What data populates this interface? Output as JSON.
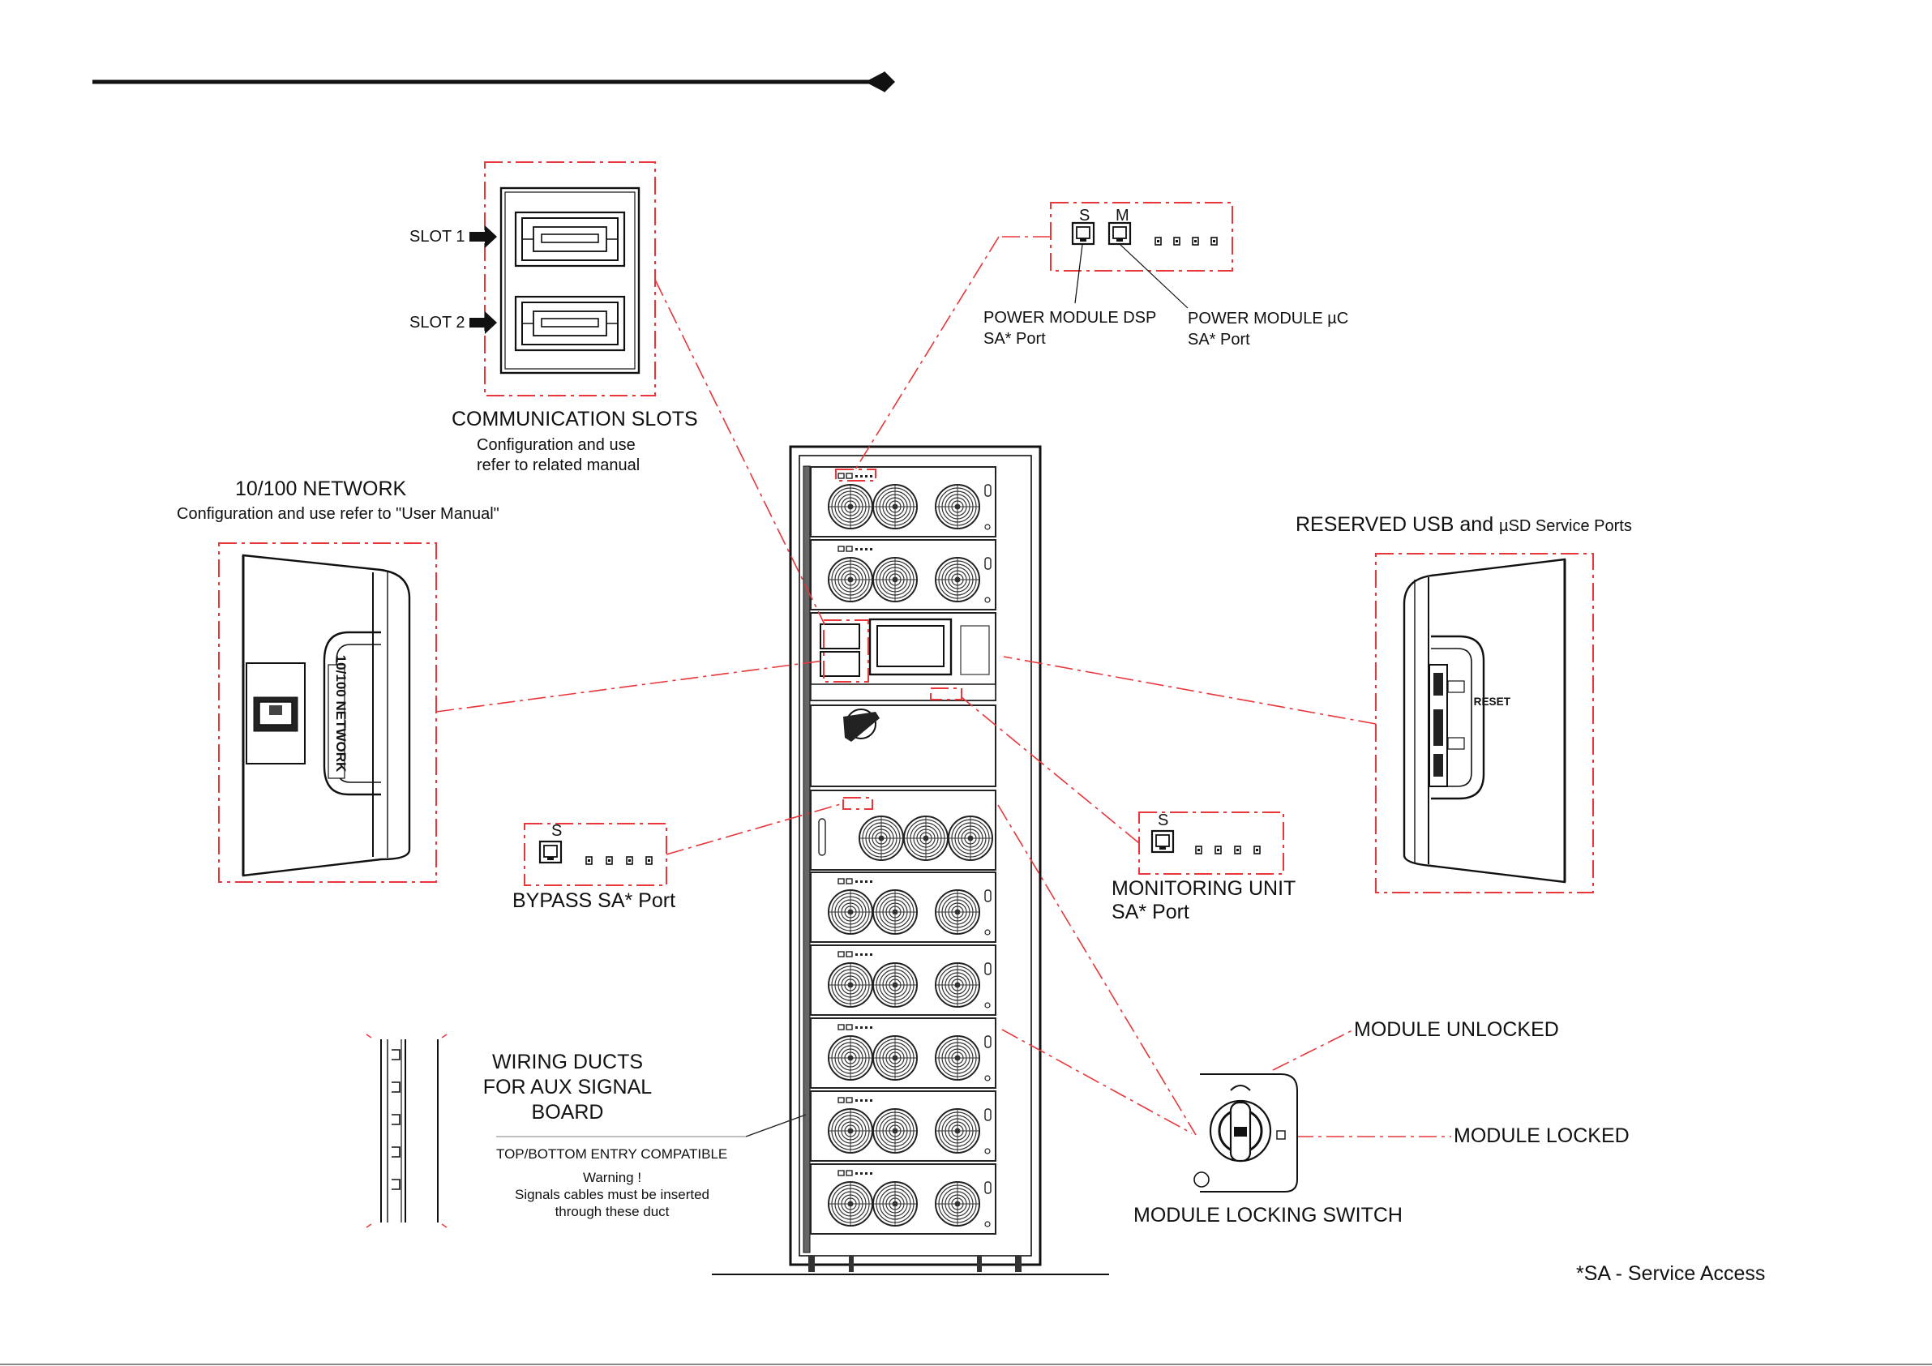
{
  "labels": {
    "slot1": "SLOT 1",
    "slot2": "SLOT 2",
    "comm_title": "COMMUNICATION SLOTS",
    "comm_sub1": "Configuration and use",
    "comm_sub2": "refer to related manual",
    "network_title": "10/100 NETWORK",
    "network_sub": "Configuration and use refer to \"User Manual\"",
    "network_plate": "10/100 NETWORK",
    "dsp_title": "POWER MODULE DSP",
    "dsp_port": "SA* Port",
    "uc_title": "POWER MODULE µC",
    "uc_port": "SA* Port",
    "s_mark": "S",
    "m_mark": "M",
    "usb_title_a": "RESERVED USB and ",
    "usb_title_b": "µSD Service Ports",
    "reset_mark": "RESET",
    "bypass": "BYPASS SA* Port",
    "monitor_title": "MONITORING UNIT",
    "monitor_port": "SA* Port",
    "ducts_1": "WIRING DUCTS",
    "ducts_2": "FOR AUX SIGNAL",
    "ducts_3": "BOARD",
    "entry": "TOP/BOTTOM ENTRY COMPATIBLE",
    "warn_1": "Warning !",
    "warn_2": "Signals cables must be inserted",
    "warn_3": "through these duct",
    "unlocked": "MODULE UNLOCKED",
    "locked": "MODULE LOCKED",
    "lock_switch": "MODULE LOCKING SWITCH",
    "footnote": "*SA - Service Access"
  },
  "colors": {
    "callout": "#e8363b",
    "line": "#111111",
    "panel": "#f4f4f4"
  }
}
